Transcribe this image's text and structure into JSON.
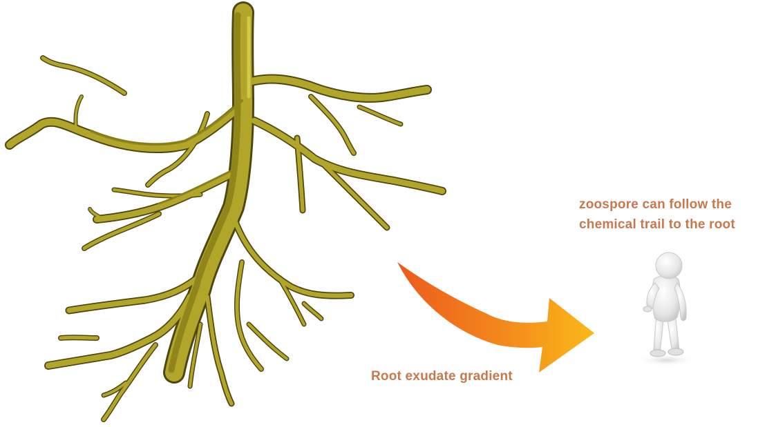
{
  "labels": {
    "zoospore_line1": "zoospore can follow the",
    "zoospore_line2": "chemical trail to the root",
    "gradient": "Root exudate gradient"
  },
  "colors": {
    "root_fill": "#b1a62a",
    "root_shade": "#8c8218",
    "root_outline": "#4e4712",
    "text": "#c7784d",
    "arrow_start": "#ec5a1c",
    "arrow_end": "#fab918",
    "figure": "#e8e8e8"
  },
  "icons": {
    "root": "plant-root-icon",
    "arrow": "curved-arrow-icon",
    "figure": "person-figure-icon"
  }
}
